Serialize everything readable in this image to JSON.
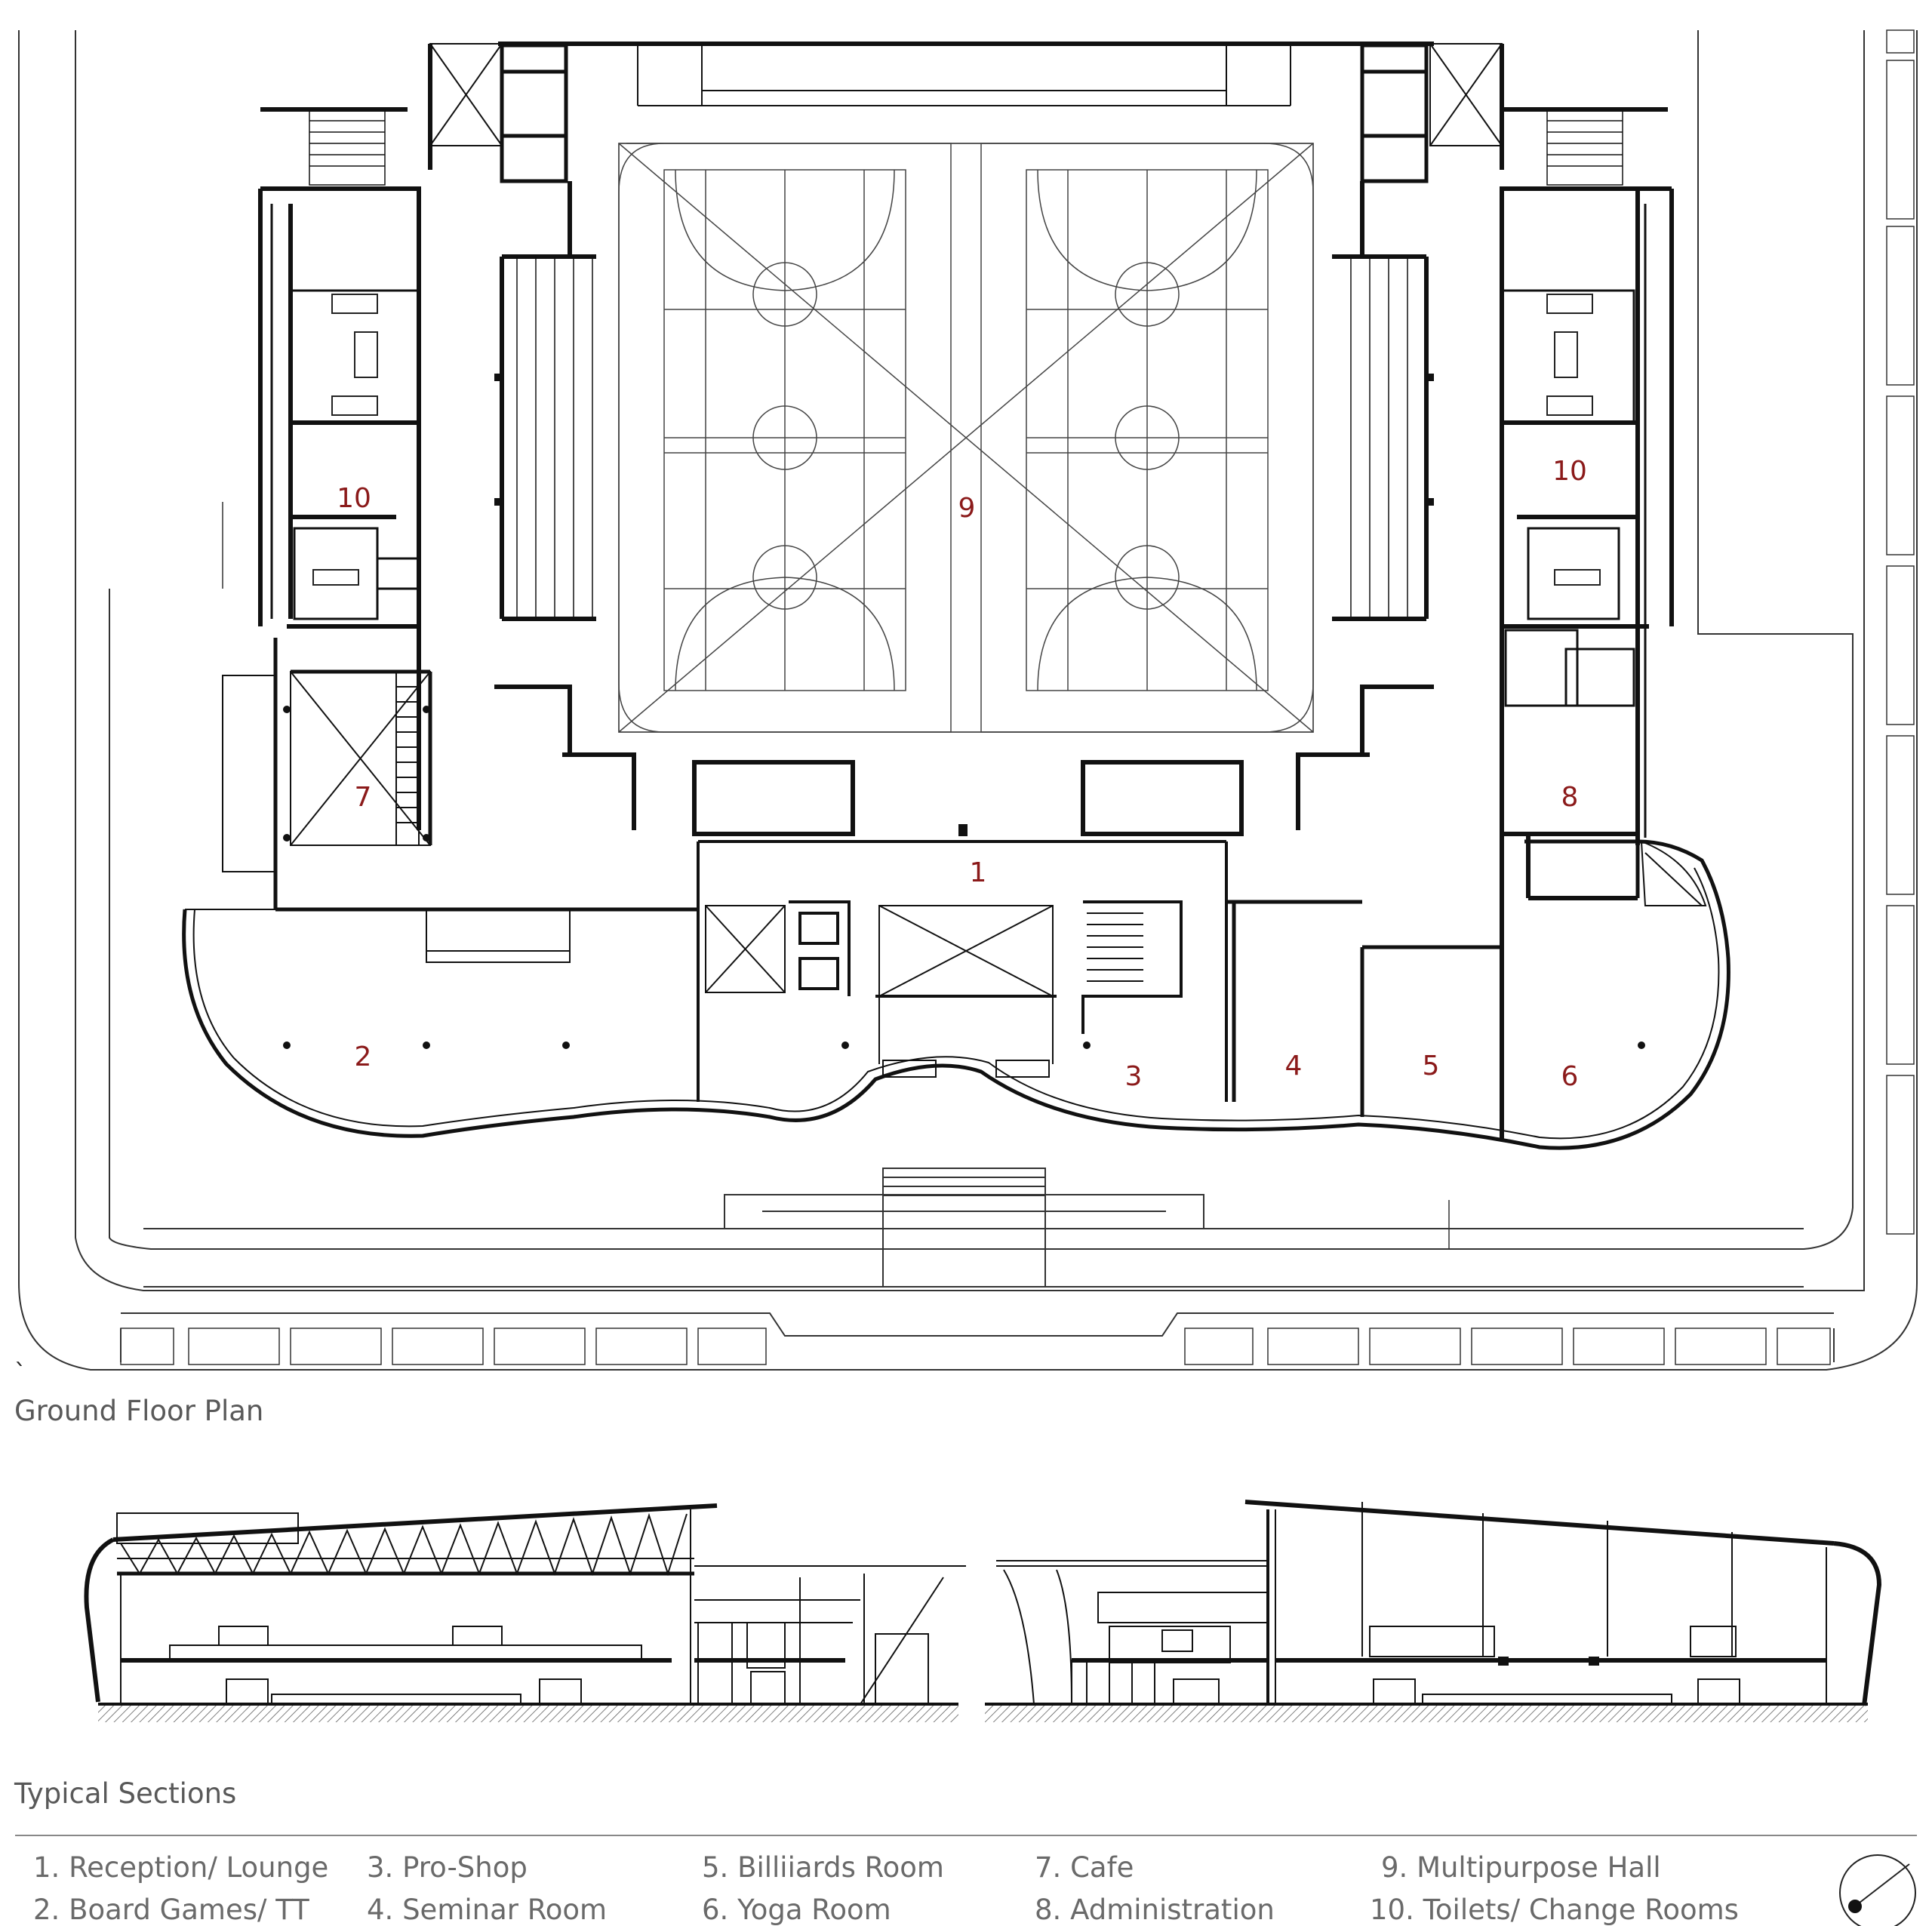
{
  "captions": {
    "plan_title": "Ground Floor Plan",
    "sections_title": "Typical Sections"
  },
  "rooms": [
    {
      "num": "1",
      "name": "Reception/ Lounge"
    },
    {
      "num": "2",
      "name": "Board Games/ TT"
    },
    {
      "num": "3",
      "name": "Pro-Shop"
    },
    {
      "num": "4",
      "name": "Seminar Room"
    },
    {
      "num": "5",
      "name": "Billiiards Room"
    },
    {
      "num": "6",
      "name": "Yoga Room"
    },
    {
      "num": "7",
      "name": "Cafe"
    },
    {
      "num": "8",
      "name": "Administration"
    },
    {
      "num": "9",
      "name": "Multipurpose Hall"
    },
    {
      "num": "10",
      "name": "Toilets/ Change Rooms"
    }
  ],
  "legend": [
    "1. Reception/ Lounge",
    "2. Board Games/ TT",
    "3. Pro-Shop",
    "4. Seminar Room",
    "5. Billiiards Room",
    "6. Yoga Room",
    "7. Cafe",
    "8. Administration",
    "9. Multipurpose Hall",
    "10. Toilets/ Change Rooms"
  ],
  "plan_labels": {
    "r1": "1",
    "r2": "2",
    "r3": "3",
    "r4": "4",
    "r5": "5",
    "r6": "6",
    "r7": "7",
    "r8": "8",
    "r9": "9",
    "r10_left": "10",
    "r10_right": "10"
  },
  "stray_mark": "`",
  "north_arrow": "north-arrow-icon",
  "colors": {
    "room_numbers": "#8b1a1a",
    "linework": "#1a1a1a",
    "captions": "#595959"
  }
}
